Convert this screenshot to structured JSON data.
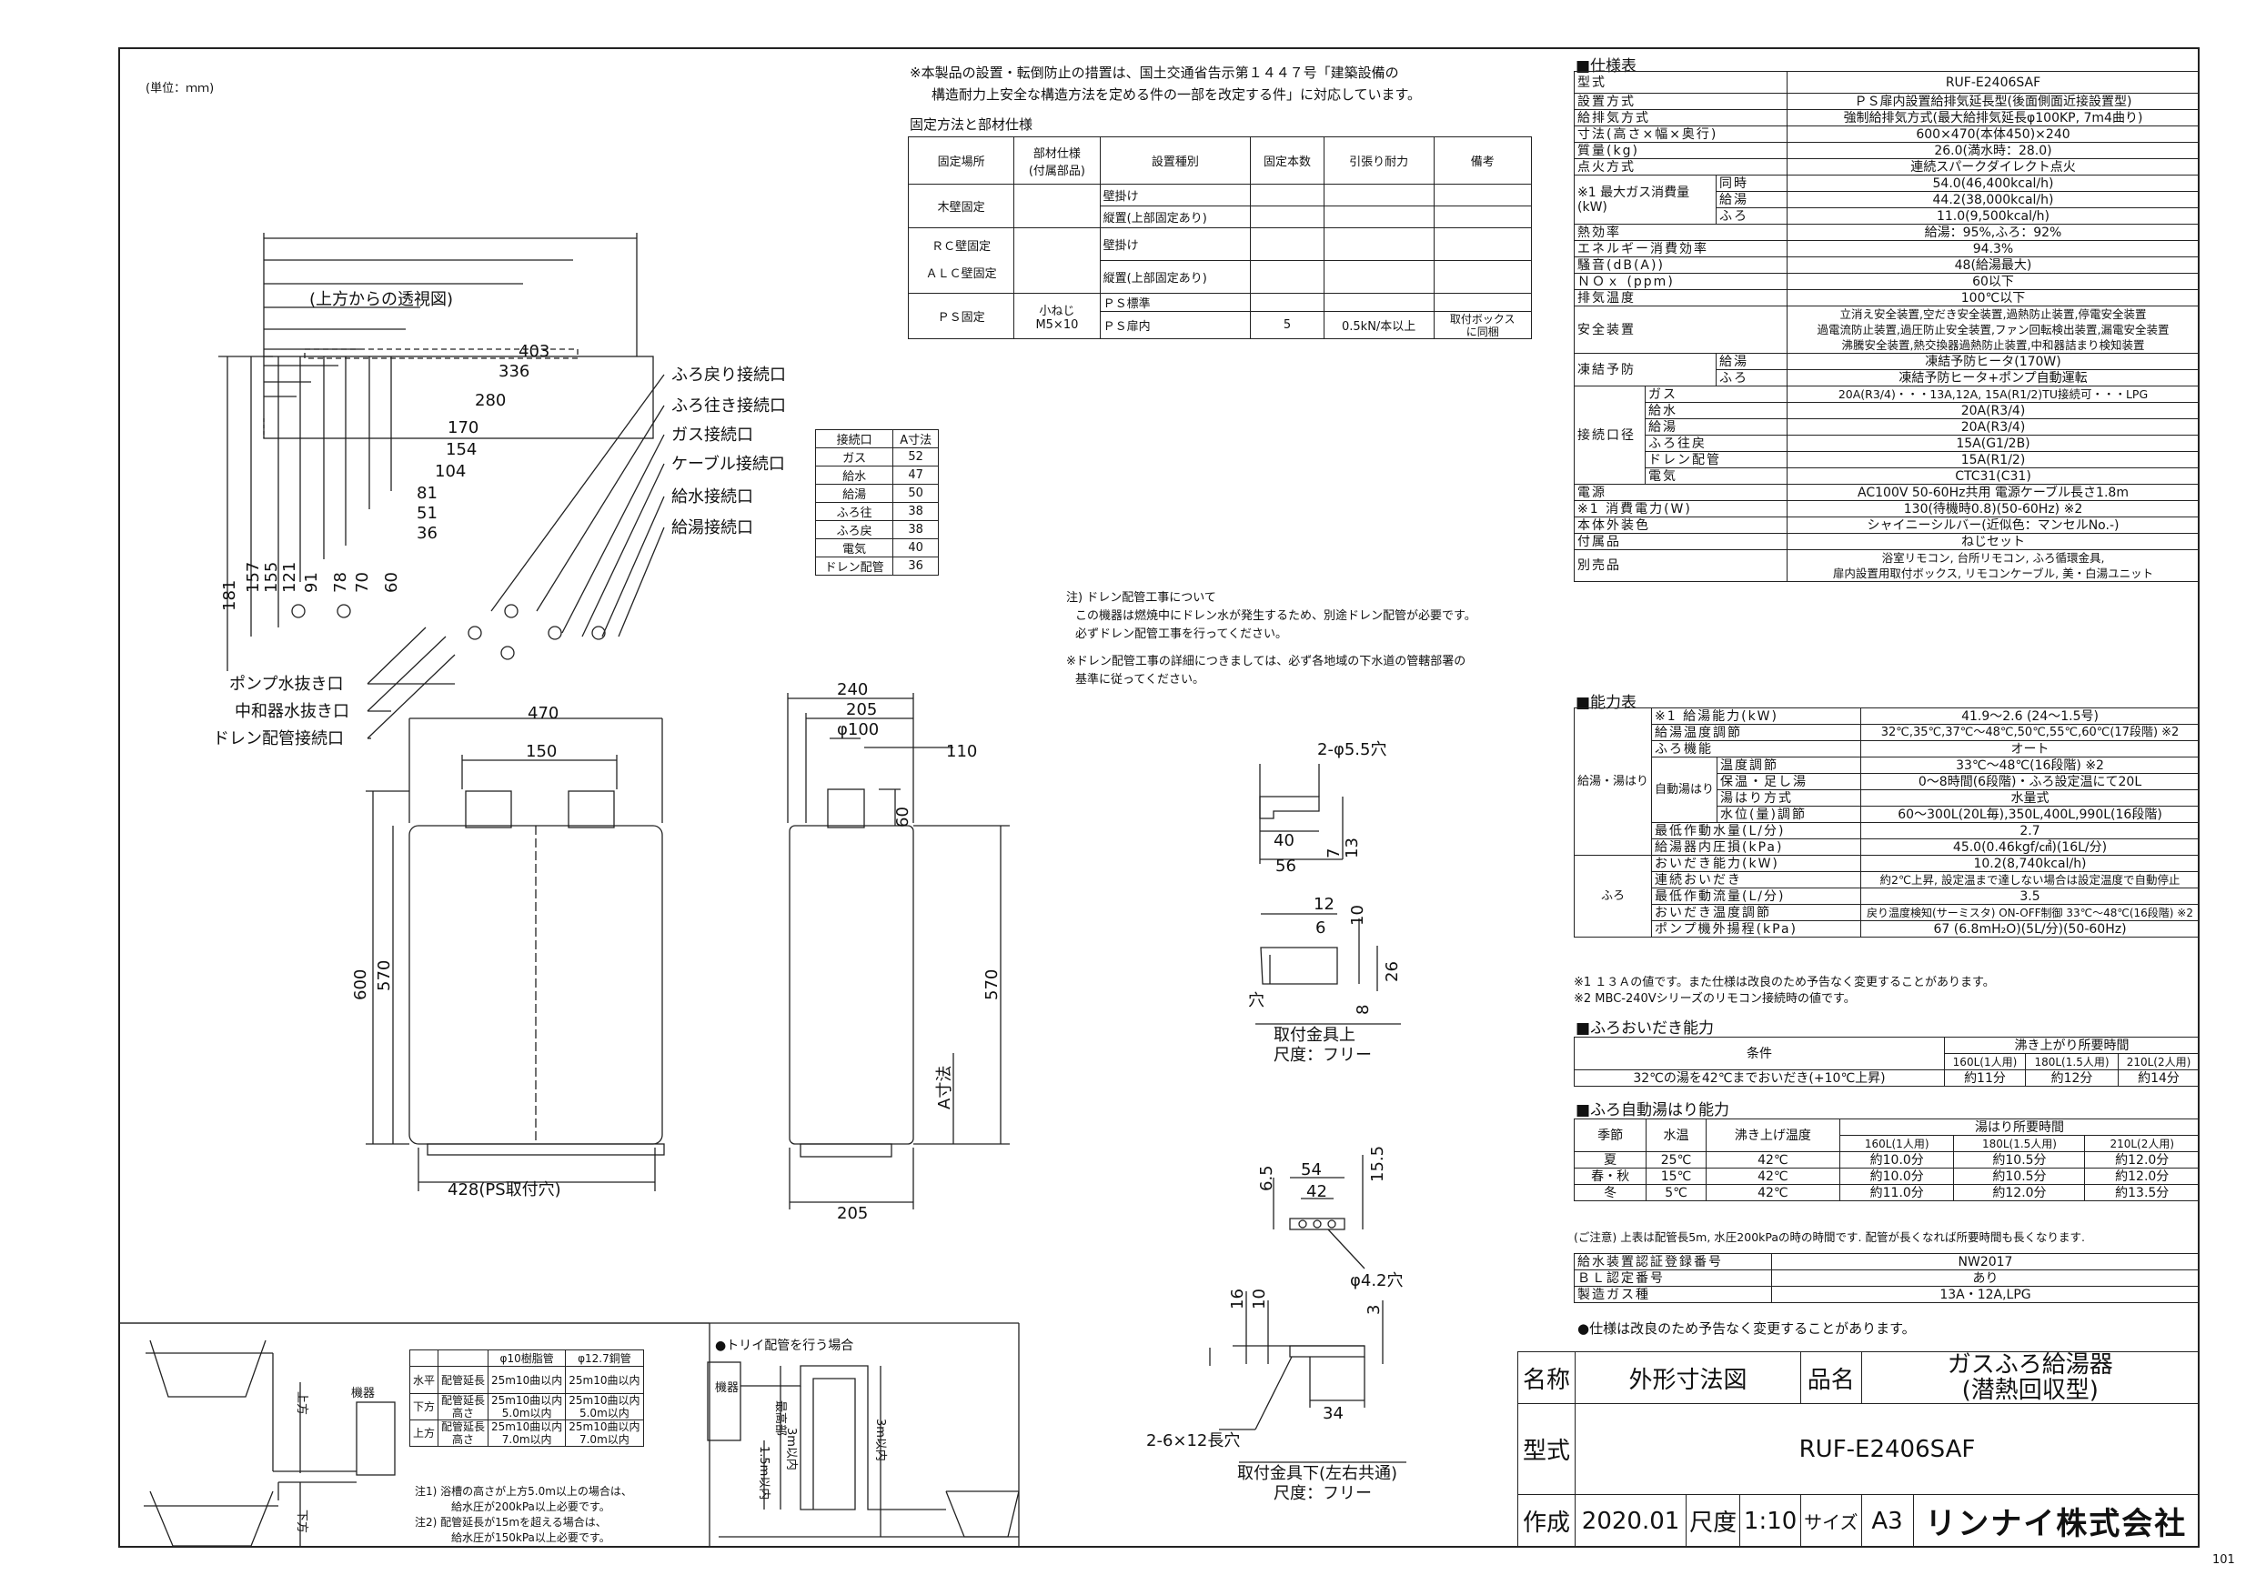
{
  "unit_note": "(単位：ｍｍ)",
  "page_number": "101",
  "top_note": [
    "※本製品の設置・転倒防止の措置は、国土交通省告示第１４４７号「建築設備の",
    "構造耐力上安全な構造方法を定める件の一部を改定する件」に対応しています。"
  ],
  "fixing_title": "固定方法と部材仕様",
  "fixing_table": {
    "headers": [
      "固定場所",
      "部材仕様\n(付属部品)",
      "設置種別",
      "固定本数",
      "引張り耐力",
      "備考"
    ],
    "rows": [
      [
        "木壁固定",
        "",
        "壁掛け",
        "",
        "",
        ""
      ],
      [
        "",
        "",
        "縦置(上部固定あり)",
        "",
        "",
        ""
      ],
      [
        "ＲＣ壁固定",
        "",
        "壁掛け",
        "",
        "",
        ""
      ],
      [
        "ＡＬＣ壁固定",
        "",
        "縦置(上部固定あり)",
        "",
        "",
        ""
      ],
      [
        "ＰＳ固定",
        "",
        "ＰＳ標準",
        "",
        "",
        ""
      ],
      [
        "",
        "小ねじ\nM5×10",
        "ＰＳ扉内",
        "5",
        "0.5kN/本以上",
        "取付ボックス\nに同梱"
      ]
    ]
  },
  "top_view_label": "(上方からの透視図)",
  "connection_labels": [
    "ふろ戻り接続口",
    "ふろ往き接続口",
    "ガス接続口",
    "ケーブル接続口",
    "給水接続口",
    "給湯接続口"
  ],
  "drain_labels": [
    "ポンプ水抜き口",
    "中和器水抜き口",
    "ドレン配管接続口"
  ],
  "top_dims_h": [
    "403",
    "336",
    "280",
    "170",
    "154",
    "104",
    "81",
    "51",
    "36"
  ],
  "top_dims_v": [
    "181",
    "157",
    "155",
    "121",
    "91",
    "78",
    "70",
    "60"
  ],
  "a_dim_table": {
    "headers": [
      "接続口",
      "A寸法"
    ],
    "rows": [
      [
        "ガス",
        "52"
      ],
      [
        "給水",
        "47"
      ],
      [
        "給湯",
        "50"
      ],
      [
        "ふろ往",
        "38"
      ],
      [
        "ふろ戻",
        "38"
      ],
      [
        "電気",
        "40"
      ],
      [
        "ドレン配管",
        "36"
      ]
    ]
  },
  "drain_note": [
    "注) ドレン配管工事について",
    "この機器は燃焼中にドレン水が発生するため、別途ドレン配管が必要です。",
    "必ずドレン配管工事を行ってください。",
    "※ドレン配管工事の詳細につきましては、必ず各地域の下水道の管轄部署の",
    "基準に従ってください。"
  ],
  "front_dims": {
    "width": "470",
    "pipe_spacing": "150",
    "height_total": "600",
    "height_body": "570",
    "ps_hole": "428(PS取付穴)"
  },
  "side_dims": {
    "d240": "240",
    "d205": "205",
    "flue": "φ100",
    "d110": "110",
    "d60": "60",
    "h570": "570",
    "a_dim": "A寸法",
    "bottom205": "205"
  },
  "upper_bracket": {
    "holes": "2-φ5.5穴",
    "d40": "40",
    "d56": "56",
    "d7": "7",
    "d13": "13",
    "d12": "12",
    "d6": "6",
    "d10": "10",
    "d26": "26",
    "d8": "8",
    "hole": "穴",
    "title": "取付金具上",
    "scale": "尺度：フリー"
  },
  "lower_bracket": {
    "d54": "54",
    "d42": "42",
    "d6_5": "6.5",
    "d15_5": "15.5",
    "hole": "φ4.2穴",
    "d16": "16",
    "d10": "10",
    "d3": "3",
    "d34": "34",
    "slots": "2-6×12長穴",
    "title": "取付金具下(左右共通)",
    "scale": "尺度：フリー"
  },
  "bath_pipe": {
    "labels": {
      "up": "上方",
      "down": "下方",
      "unit": "機器"
    },
    "table": {
      "headers": [
        "",
        "",
        "φ10樹脂管",
        "φ12.7銅管"
      ],
      "rows": [
        [
          "水平",
          "配管延長",
          "25m10曲以内",
          "25m10曲以内"
        ],
        [
          "下方",
          "配管延長\n高さ",
          "25m10曲以内\n5.0m以内",
          "25m10曲以内\n5.0m以内"
        ],
        [
          "上方",
          "配管延長\n高さ",
          "25m10曲以内\n7.0m以内",
          "25m10曲以内\n7.0m以内"
        ]
      ]
    },
    "notes": [
      "注1) 浴槽の高さが上方5.0m以上の場合は、",
      "給水圧が200kPa以上必要です。",
      "注2) 配管延長が15mを超える場合は、",
      "給水圧が150kPa以上必要です。"
    ]
  },
  "trap_pipe": {
    "title": "●トリイ配管を行う場合",
    "unit": "機器",
    "top": "最高部",
    "h1": "3m以内",
    "h2": "1.5m以内",
    "h3": "3m以内"
  },
  "spec": {
    "title": "■仕様表",
    "rows": [
      [
        "型式",
        "RUF-E2406SAF"
      ],
      [
        "設置方式",
        "ＰＳ扉内設置給排気延長型(後面側面近接設置型)"
      ],
      [
        "給排気方式",
        "強制給排気方式(最大給排気延長φ100KP, 7m4曲り)"
      ],
      [
        "寸法(高さ×幅×奥行)",
        "600×470(本体450)×240"
      ],
      [
        "質量(kg)",
        "26.0(満水時：28.0)"
      ],
      [
        "点火方式",
        "連続スパークダイレクト点火"
      ]
    ],
    "gas_label": "※1 最大ガス消費量\n(kW)",
    "gas_rows": [
      [
        "同時",
        "54.0(46,400kcal/h)"
      ],
      [
        "給湯",
        "44.2(38,000kcal/h)"
      ],
      [
        "ふろ",
        "11.0(9,500kcal/h)"
      ]
    ],
    "rows2": [
      [
        "熱効率",
        "給湯：95%,ふろ：92%"
      ],
      [
        "エネルギー消費効率",
        "94.3%"
      ],
      [
        "騒音(dB(A))",
        "48(給湯最大)"
      ],
      [
        "ＮＯｘ (ppm)",
        "60以下"
      ],
      [
        "排気温度",
        "100℃以下"
      ]
    ],
    "safety_label": "安全装置",
    "safety_lines": [
      "立消え安全装置,空だき安全装置,過熱防止装置,停電安全装置",
      "過電流防止装置,過圧防止安全装置,ファン回転検出装置,漏電安全装置",
      "沸騰安全装置,熱交換器過熱防止装置,中和器詰まり検知装置"
    ],
    "freeze_label": "凍結予防",
    "freeze_rows": [
      [
        "給湯",
        "凍結予防ヒータ(170W)"
      ],
      [
        "ふろ",
        "凍結予防ヒータ+ポンプ自動運転"
      ]
    ],
    "conn_label": "接続口径",
    "conn_rows": [
      [
        "ガス",
        "20A(R3/4)・・・13A,12A, 15A(R1/2)TU接続可・・・LPG"
      ],
      [
        "給水",
        "20A(R3/4)"
      ],
      [
        "給湯",
        "20A(R3/4)"
      ],
      [
        "ふろ往戻",
        "15A(G1/2B)"
      ],
      [
        "ドレン配管",
        "15A(R1/2)"
      ],
      [
        "電気",
        "CTC31(C31)"
      ]
    ],
    "rows3": [
      [
        "電源",
        "AC100V 50-60Hz共用 電源ケーブル長さ1.8m"
      ],
      [
        "※1 消費電力(W)",
        "130(待機時0.8)(50-60Hz) ※2"
      ],
      [
        "本体外装色",
        "シャイニーシルバー(近似色：マンセルNo.-)"
      ],
      [
        "付属品",
        "ねじセット"
      ]
    ],
    "sold_label": "別売品",
    "sold_lines": [
      "浴室リモコン, 台所リモコン, ふろ循環金具,",
      "扉内設置用取付ボックス, リモコンケーブル, 美・白湯ユニット"
    ]
  },
  "capability": {
    "title": "■能力表",
    "rows": [
      [
        "※1 給湯能力(kW)",
        "41.9～2.6 (24～1.5号)"
      ],
      [
        "給湯温度調節",
        "32℃,35℃,37℃～48℃,50℃,55℃,60℃(17段階) ※2"
      ],
      [
        "ふろ機能",
        "オート"
      ],
      [
        "温度調節",
        "33℃～48℃(16段階) ※2"
      ],
      [
        "保温・足し湯",
        "0～8時間(6段階)・ふろ設定温にて20L"
      ],
      [
        "湯はり方式",
        "水量式"
      ],
      [
        "水位(量)調節",
        "60～300L(20L毎),350L,400L,990L(16段階)"
      ],
      [
        "最低作動水量(L/分)",
        "2.7"
      ],
      [
        "給湯器内圧損(kPa)",
        "45.0(0.46kgf/㎠)(16L/分)"
      ],
      [
        "おいだき能力(kW)",
        "10.2(8,740kcal/h)"
      ],
      [
        "連続おいだき",
        "約2℃上昇, 設定温まで達しない場合は設定温度で自動停止"
      ],
      [
        "最低作動流量(L/分)",
        "3.5"
      ],
      [
        "おいだき温度調節",
        "戻り温度検知(サーミスタ) ON-OFF制御 33℃～48℃(16段階) ※2"
      ],
      [
        "ポンプ機外揚程(kPa)",
        "67 (6.8mH₂O)(5L/分)(50-60Hz)"
      ]
    ],
    "side_labels": {
      "kyuto": "給湯・湯はり",
      "auto": "自動湯はり",
      "furo": "ふろ"
    },
    "notes": [
      "※1 １３Ａの値です。また仕様は改良のため予告なく変更することがあります。",
      "※2 MBC-240Vシリーズのリモコン接続時の値です。"
    ]
  },
  "oidaki": {
    "title": "■ふろおいだき能力",
    "cond_header": "条件",
    "time_header": "沸き上がり所要時間",
    "cols": [
      "160L(1人用)",
      "180L(1.5人用)",
      "210L(2人用)"
    ],
    "cond": "32℃の湯を42℃までおいだき(+10℃上昇)",
    "values": [
      "約11分",
      "約12分",
      "約14分"
    ]
  },
  "yuhari": {
    "title": "■ふろ自動湯はり能力",
    "headers": [
      "季節",
      "水温",
      "沸き上げ温度",
      "湯はり所要時間"
    ],
    "cols": [
      "160L(1人用)",
      "180L(1.5人用)",
      "210L(2人用)"
    ],
    "rows": [
      [
        "夏",
        "25℃",
        "42℃",
        "約10.0分",
        "約10.5分",
        "約12.0分"
      ],
      [
        "春・秋",
        "15℃",
        "42℃",
        "約10.0分",
        "約10.5分",
        "約12.0分"
      ],
      [
        "冬",
        "5℃",
        "42℃",
        "約11.0分",
        "約12.0分",
        "約13.5分"
      ]
    ],
    "note": "(ご注意) 上表は配管長5m, 水圧200kPaの時の時間です. 配管が長くなれば所要時間も長くなります."
  },
  "cert": [
    [
      "給水装置認証登録番号",
      "NW2017"
    ],
    [
      "ＢＬ認定番号",
      "あり"
    ],
    [
      "製造ガス種",
      "13A・12A,LPG"
    ]
  ],
  "change_note": "●仕様は改良のため予告なく変更することがあります。",
  "title_block": {
    "name_label": "名称",
    "name": "外形寸法図",
    "product_label": "品名",
    "product": [
      "ガスふろ給湯器",
      "(潜熱回収型)"
    ],
    "model_label": "型式",
    "model": "RUF-E2406SAF",
    "made_label": "作成",
    "date": "2020.01",
    "scale_label": "尺度",
    "scale": "1:10",
    "size_label": "サイズ",
    "size": "A3",
    "company": "リンナイ株式会社"
  }
}
